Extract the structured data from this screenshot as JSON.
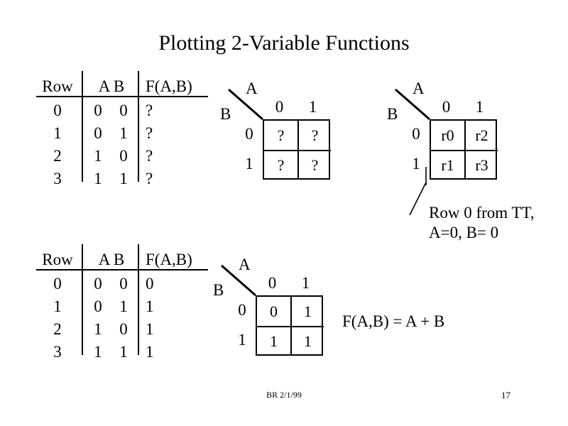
{
  "slide": {
    "title": "Plotting 2-Variable Functions",
    "footer_note": "BR 2/1/99",
    "page_number": "17"
  },
  "truth_table_top": {
    "headers": {
      "row": "Row",
      "inputs": "A B",
      "output": "F(A,B)"
    },
    "rows": [
      {
        "row": "0",
        "a": "0",
        "b": "0",
        "f": "?"
      },
      {
        "row": "1",
        "a": "0",
        "b": "1",
        "f": "?"
      },
      {
        "row": "2",
        "a": "1",
        "b": "0",
        "f": "?"
      },
      {
        "row": "3",
        "a": "1",
        "b": "1",
        "f": "?"
      }
    ]
  },
  "truth_table_bottom": {
    "headers": {
      "row": "Row",
      "inputs": "A B",
      "output": "F(A,B)"
    },
    "rows": [
      {
        "row": "0",
        "a": "0",
        "b": "0",
        "f": "0"
      },
      {
        "row": "1",
        "a": "0",
        "b": "1",
        "f": "1"
      },
      {
        "row": "2",
        "a": "1",
        "b": "0",
        "f": "1"
      },
      {
        "row": "3",
        "a": "1",
        "b": "1",
        "f": "1"
      }
    ]
  },
  "kmap_unknown": {
    "var_col": "A",
    "var_row": "B",
    "col_headers": [
      "0",
      "1"
    ],
    "row_headers": [
      "0",
      "1"
    ],
    "cells": {
      "c00": "?",
      "c10": "?",
      "c01": "?",
      "c11": "?"
    }
  },
  "kmap_rowrefs": {
    "var_col": "A",
    "var_row": "B",
    "col_headers": [
      "0",
      "1"
    ],
    "row_headers": [
      "0",
      "1"
    ],
    "cells": {
      "c00": "r0",
      "c10": "r2",
      "c01": "r1",
      "c11": "r3"
    }
  },
  "kmap_answer": {
    "var_col": "A",
    "var_row": "B",
    "col_headers": [
      "0",
      "1"
    ],
    "row_headers": [
      "0",
      "1"
    ],
    "cells": {
      "c00": "0",
      "c10": "1",
      "c01": "1",
      "c11": "1"
    }
  },
  "annotation": {
    "line1": "Row 0 from TT,",
    "line2": "A=0, B= 0"
  },
  "formula": {
    "text": "F(A,B) =  A + B"
  },
  "colors": {
    "ink": "#000000",
    "background": "#ffffff"
  }
}
